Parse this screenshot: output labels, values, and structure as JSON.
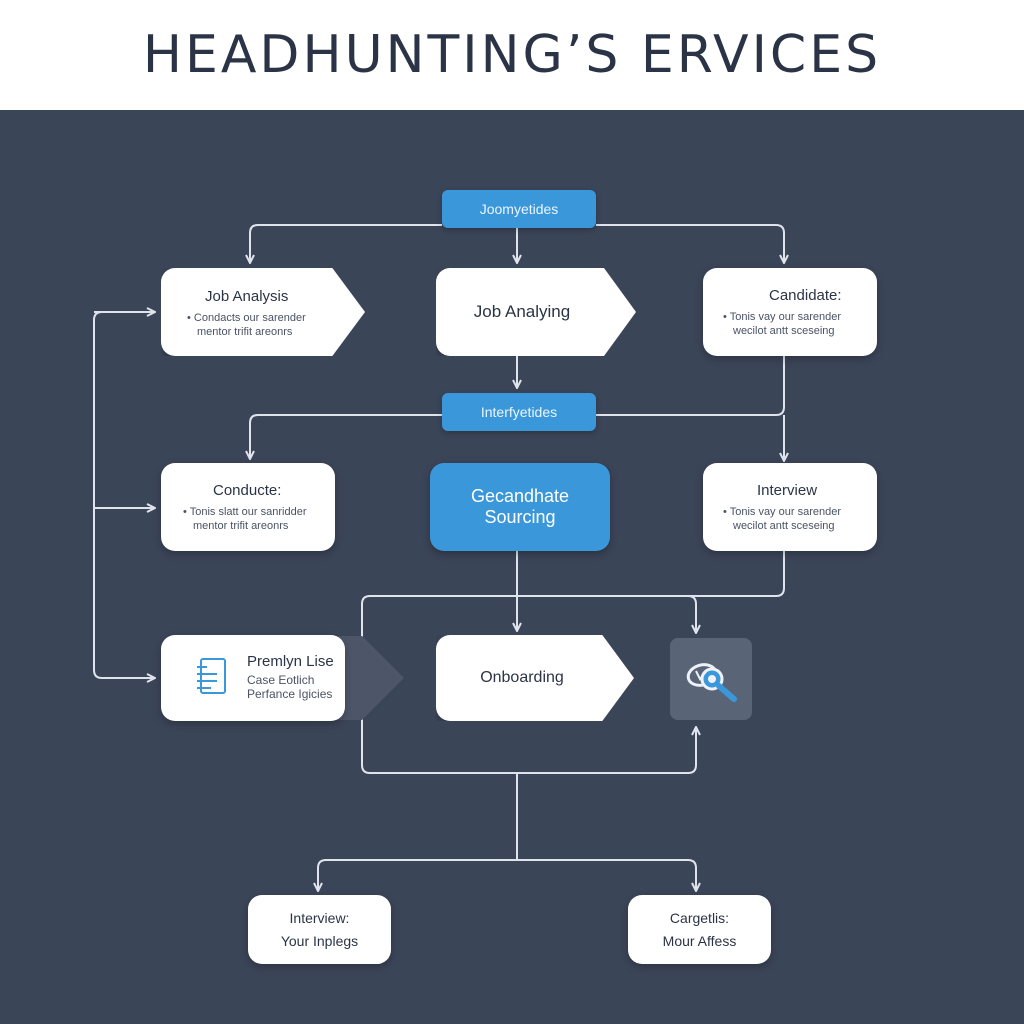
{
  "header": {
    "title": "HEADHUNTING’S ERVICES"
  },
  "pills": {
    "top": "Joomyetides",
    "middle": "Interfyetides"
  },
  "nodes": {
    "job_analysis": {
      "title": "Job Analysis",
      "desc_line1": "• Condacts our sarender",
      "desc_line2": "mentor trifit areonrs"
    },
    "job_analying": {
      "title": "Job Analying"
    },
    "candidate": {
      "title": "Candidate:",
      "desc_line1": "• Tonis vay our sarender",
      "desc_line2": "wecilot antt sceseing"
    },
    "conducte": {
      "title": "Conducte:",
      "desc_line1": "• Tonis slatt our sanridder",
      "desc_line2": "mentor trifit areonrs"
    },
    "sourcing": {
      "line1": "Gecandhate",
      "line2": "Sourcing"
    },
    "interview_right": {
      "title": "Interview",
      "desc_line1": "• Tonis vay our sarender",
      "desc_line2": "wecilot antt sceseing"
    },
    "premium": {
      "title": "Premlyn Lise",
      "line2": "Case Eotlich",
      "line3": "Perfance Igicies"
    },
    "onboarding": {
      "title": "Onboarding"
    },
    "interview_bottom": {
      "line1": "Interview:",
      "line2": "Your Inplegs"
    },
    "cargetis": {
      "line1": "Cargetlis:",
      "line2": "Mour Affess"
    }
  },
  "icons": {
    "document": "document-list-icon",
    "search": "magnifier-search-icon"
  },
  "colors": {
    "background": "#3b4558",
    "accent": "#3a97d9",
    "connector": "#dfe4ec",
    "node": "#ffffff"
  }
}
